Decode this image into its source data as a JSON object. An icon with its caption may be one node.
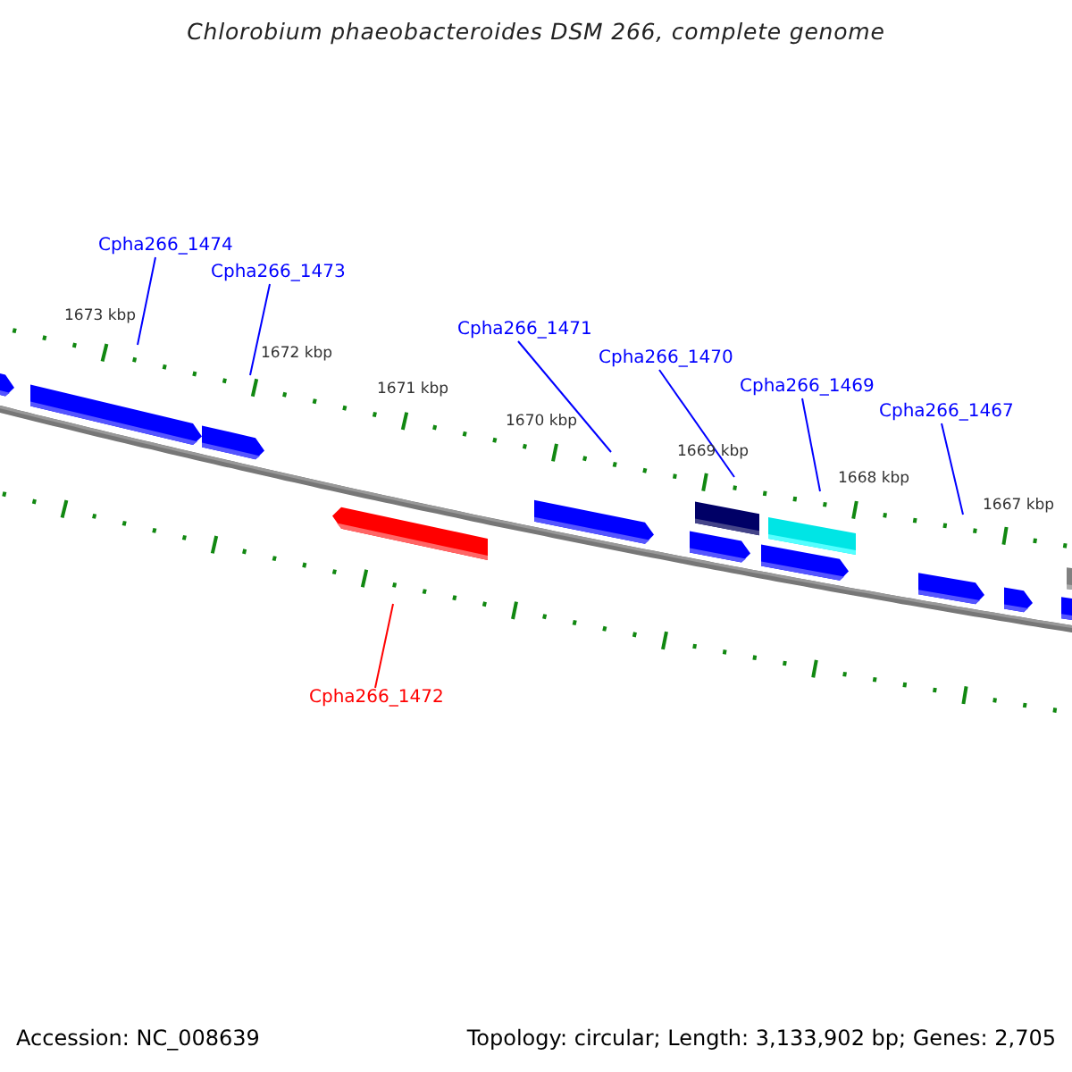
{
  "diagram": {
    "title": "Chlorobium phaeobacteroides DSM 266, complete genome",
    "nodes": [
      {
        "text": [
          "Cpha266_1474"
        ]
      },
      {
        "text": [
          "Cpha266_1473"
        ]
      },
      {
        "text": [
          "Cpha266_1471"
        ]
      },
      {
        "text": [
          "Cpha266_1470"
        ]
      },
      {
        "text": [
          "Cpha266_1469"
        ]
      },
      {
        "text": [
          "Cpha266_1467"
        ]
      },
      {
        "text": [
          "Cpha266_1472"
        ]
      }
    ],
    "edges": [
      {
        "from": 0,
        "to": null,
        "arrow": "none"
      },
      {
        "from": 1,
        "to": null,
        "arrow": "none"
      },
      {
        "from": 2,
        "to": null,
        "arrow": "none"
      },
      {
        "from": 3,
        "to": null,
        "arrow": "none"
      },
      {
        "from": 4,
        "to": null,
        "arrow": "none"
      },
      {
        "from": 5,
        "to": null,
        "arrow": "none"
      },
      {
        "from": 6,
        "to": null,
        "arrow": "none",
        "color": "#ff0000"
      }
    ],
    "labels": [
      "1673 kbp",
      "1672 kbp",
      "1671 kbp",
      "1670 kbp",
      "1669 kbp",
      "1668 kbp",
      "1667 kbp",
      "Accession: NC_008639",
      "Topology: circular; Length: 3,133,902 bp; Genes: 2,705"
    ]
  }
}
